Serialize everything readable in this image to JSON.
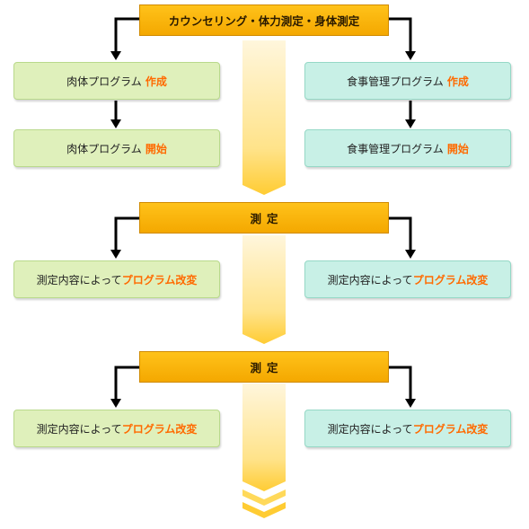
{
  "top": {
    "label": "カウンセリング・体力測定・身体測定"
  },
  "left_column": {
    "create": {
      "text": "肉体プログラム",
      "highlight": "作成"
    },
    "start": {
      "text": "肉体プログラム",
      "highlight": "開始"
    }
  },
  "right_column": {
    "create": {
      "text": "食事管理プログラム",
      "highlight": "作成"
    },
    "start": {
      "text": "食事管理プログラム",
      "highlight": "開始"
    }
  },
  "stages": [
    {
      "label": "測定",
      "left": {
        "text": "測定内容によって",
        "highlight": "プログラム改変"
      },
      "right": {
        "text": "測定内容によって",
        "highlight": "プログラム改変"
      }
    },
    {
      "label": "測定",
      "left": {
        "text": "測定内容によって",
        "highlight": "プログラム改変"
      },
      "right": {
        "text": "測定内容によって",
        "highlight": "プログラム改変"
      }
    }
  ],
  "colors": {
    "header_fill": "#f6ad00",
    "left_box_fill": "#dff0bb",
    "right_box_fill": "#c8f0e6",
    "highlight_text": "#ff6a00",
    "flow_band": "#ffd24d",
    "connector": "#000000"
  }
}
